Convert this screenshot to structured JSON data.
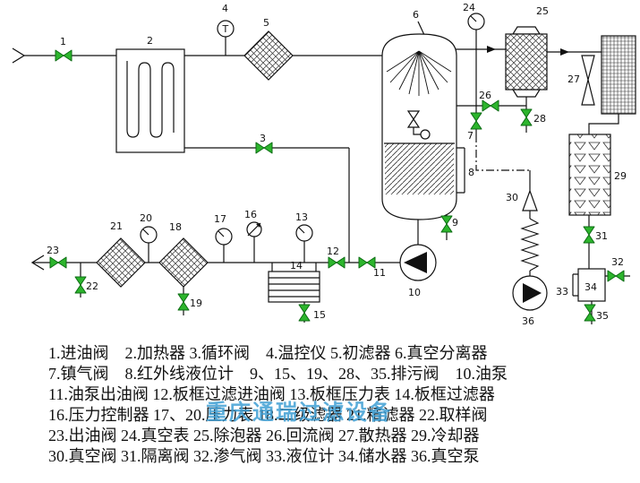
{
  "watermark": {
    "text": "重庆通瑞过滤设备",
    "color": "#3f9fd4"
  },
  "legend": {
    "lines": [
      "1.进油阀　2.加热器 3.循环阀　4.温控仪 5.初滤器 6.真空分离器",
      "7.镇气阀　8.红外线液位计　9、15、19、28、35.排污阀　10.油泵",
      "11.油泵出油阀 12.板框过滤进油阀 13.板框压力表 14.板框过滤器",
      "16.压力控制器 17、20.压力表 18.二级滤器 21.精滤器 22.取样阀",
      "23.出油阀 24.真空表 25.除泡器 26.回流阀 27.散热器 29.冷却器",
      "30.真空阀 31.隔离阀 32.渗气阀 33.液位计 34.储水器 36.真空泵"
    ]
  },
  "diagram": {
    "colors": {
      "valve_green": "#2db52d",
      "line_black": "#111111",
      "watermark_blue": "#3f9fd4"
    },
    "labels": {
      "n1": "1",
      "n2": "2",
      "n3": "3",
      "n4": "4",
      "n5": "5",
      "n6": "6",
      "n7": "7",
      "n8": "8",
      "n9": "9",
      "n10": "10",
      "n11": "11",
      "n12": "12",
      "n13": "13",
      "n14": "14",
      "n15": "15",
      "n16": "16",
      "n17": "17",
      "n18": "18",
      "n19": "19",
      "n20": "20",
      "n21": "21",
      "n22": "22",
      "n23": "23",
      "n24": "24",
      "n25": "25",
      "n26": "26",
      "n27": "27",
      "n28": "28",
      "n29": "29",
      "n30": "30",
      "n31": "31",
      "n32": "32",
      "n33": "33",
      "n34": "34",
      "n35": "35",
      "n36": "36",
      "t_gauge": "T"
    }
  }
}
